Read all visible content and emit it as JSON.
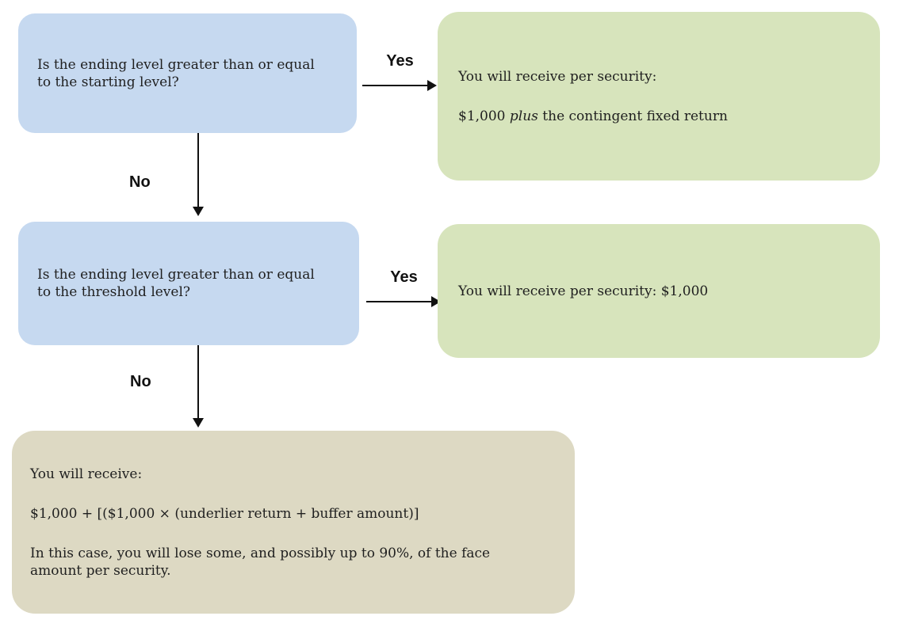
{
  "colors": {
    "question-fill": "#c6d9f0",
    "outcome-fill": "#d7e4bc",
    "loss-fill": "#ddd9c3",
    "text": "#1f1f1f",
    "arrow": "#111111"
  },
  "flow": {
    "question1": "Is the ending level greater than or equal\nto the starting level?",
    "yes1": "Yes",
    "no1": "No",
    "outcome1": {
      "line1": "You will receive per security:",
      "line2_prefix": "$1,000 ",
      "line2_italic": "plus",
      "line2_suffix": " the contingent fixed return"
    },
    "question2": "Is the ending level greater than or equal\nto the threshold level?",
    "yes2": "Yes",
    "no2": "No",
    "outcome2": "You will receive per security: $1,000",
    "outcome3": {
      "line1": "You will receive:",
      "line2": "$1,000 + [($1,000 × (underlier return + buffer amount)]",
      "line3": "In this case, you will lose some, and possibly up to 90%, of the face\namount per security."
    }
  }
}
